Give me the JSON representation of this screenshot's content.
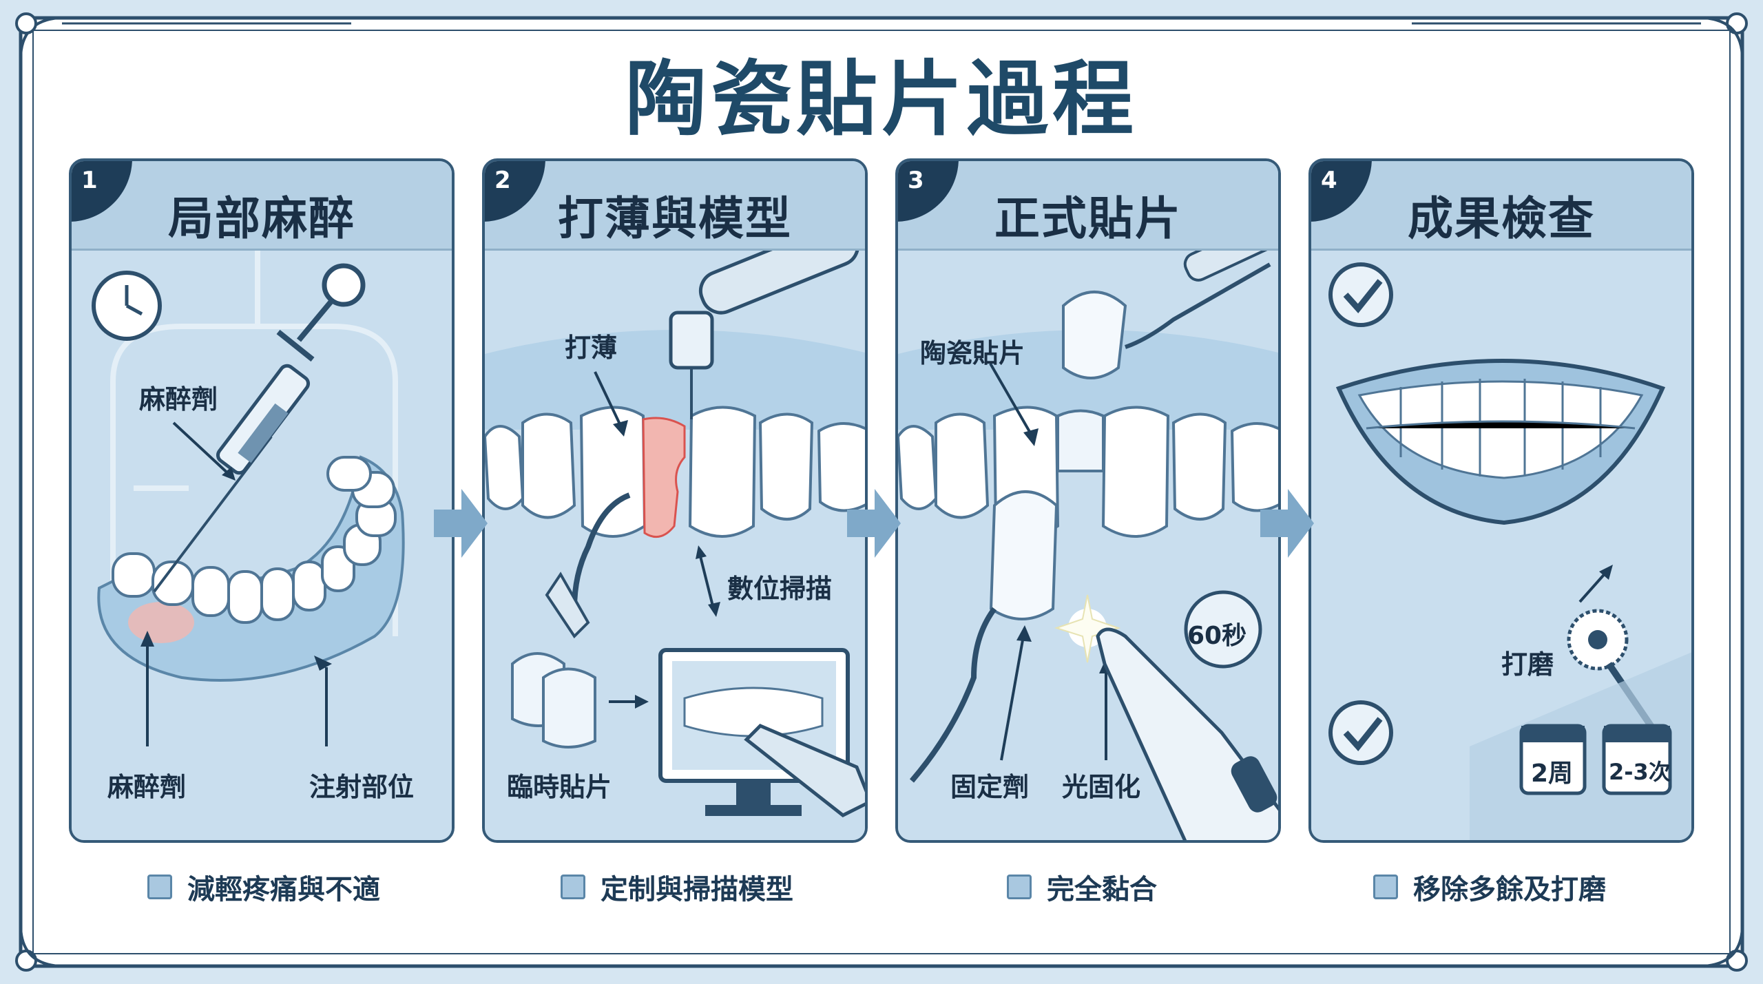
{
  "title": "陶瓷貼片過程",
  "steps": [
    {
      "number": "1",
      "title": "局部麻醉",
      "labels": {
        "anesthetic_top": "麻醉劑",
        "anesthetic_bottom": "麻醉劑",
        "injection_site": "注射部位"
      },
      "caption": "減輕疼痛與不適"
    },
    {
      "number": "2",
      "title": "打薄與模型",
      "labels": {
        "thinning": "打薄",
        "digital_scan": "數位掃描",
        "temporary_veneer": "臨時貼片"
      },
      "caption": "定制與掃描模型"
    },
    {
      "number": "3",
      "title": "正式貼片",
      "labels": {
        "veneer": "陶瓷貼片",
        "cement": "固定劑",
        "light_cure": "光固化",
        "timer": "60秒"
      },
      "caption": "完全黏合"
    },
    {
      "number": "4",
      "title": "成果檢查",
      "labels": {
        "polishing": "打磨",
        "two_weeks": "2周",
        "two_three_times": "2-3次"
      },
      "caption": "移除多餘及打磨"
    }
  ],
  "colors": {
    "frame": "#2d4f6c",
    "panel_bg": "#c2d9ea",
    "header_bg": "#b5d0e4",
    "accent": "#7fa9c9",
    "number_badge": "#1e3d58",
    "title": "#1f4a68"
  }
}
